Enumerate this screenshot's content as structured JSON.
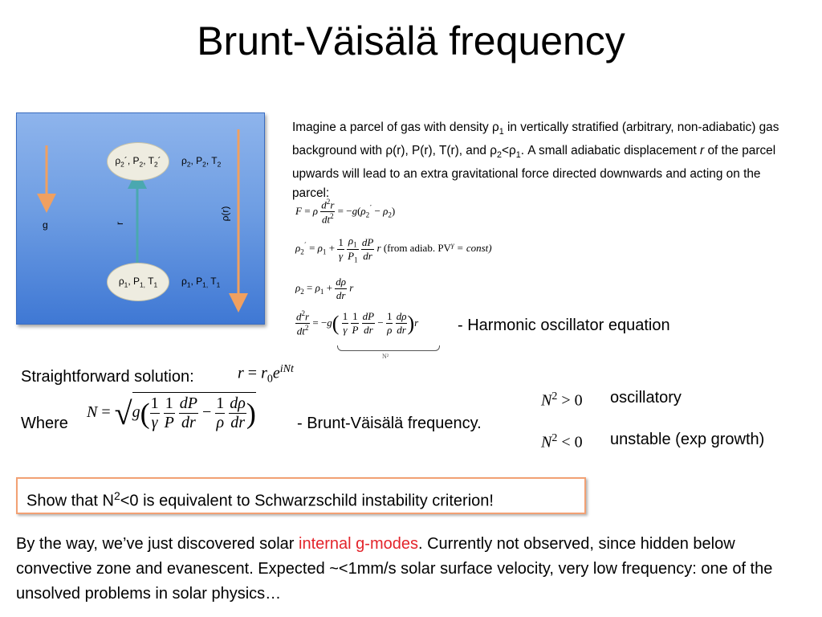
{
  "title": "Brunt-Väisälä frequency",
  "diagram": {
    "g_label": "g",
    "r_label": "r",
    "rho_r_label": "ρ(r)",
    "upper_parcel": "ρ2´, P2, T2´",
    "upper_background": "ρ2, P2, T2",
    "lower_parcel": "ρ1, P1, T1",
    "lower_background": "ρ1, P1, T1",
    "colors": {
      "box": "#4f86d9",
      "arrow_orange": "#f0a060",
      "arrow_teal": "#4aa8b0",
      "parcel_fill": "#eeece0"
    }
  },
  "intro": {
    "p1": "Imagine a parcel of gas with density ρ",
    "p1_sub": "1",
    "p2": " in vertically stratified (arbitrary, non-adiabatic) gas background with ρ(r), P(r), T(r), and ρ",
    "p2_sub": "2",
    "p3": "<ρ",
    "p3_sub": "1",
    "p4": ". A small adiabatic displacement ",
    "p4_italic": "r",
    "p5": " of the parcel upwards will lead to an extra gravitational force directed downwards and acting on the parcel:"
  },
  "equations": {
    "from_adiab": "(from adiab. PV",
    "gamma": "γ",
    "const": " = const)",
    "harmonic": "- Harmonic oscillator equation",
    "n2_underbrace": "N²"
  },
  "solution": {
    "label": "Straightforward solution:",
    "where": "Where",
    "bv_label": "- Brunt-Väisälä frequency."
  },
  "cases": {
    "gt": "N² > 0",
    "gt_label": "oscillatory",
    "lt": "N² < 0",
    "lt_label": "unstable (exp growth)"
  },
  "highlight": {
    "text_before": "Show that N",
    "sup": "2",
    "text_after": "<0 is equivalent to Schwarzschild instability criterion!"
  },
  "byway": {
    "before": "By the way, we’ve just discovered solar ",
    "red": "internal g-modes",
    "after": ". Currently not observed, since hidden below convective zone and evanescent. Expected ~<1mm/s solar surface velocity, very low frequency: one of the unsolved problems in solar physics…"
  }
}
